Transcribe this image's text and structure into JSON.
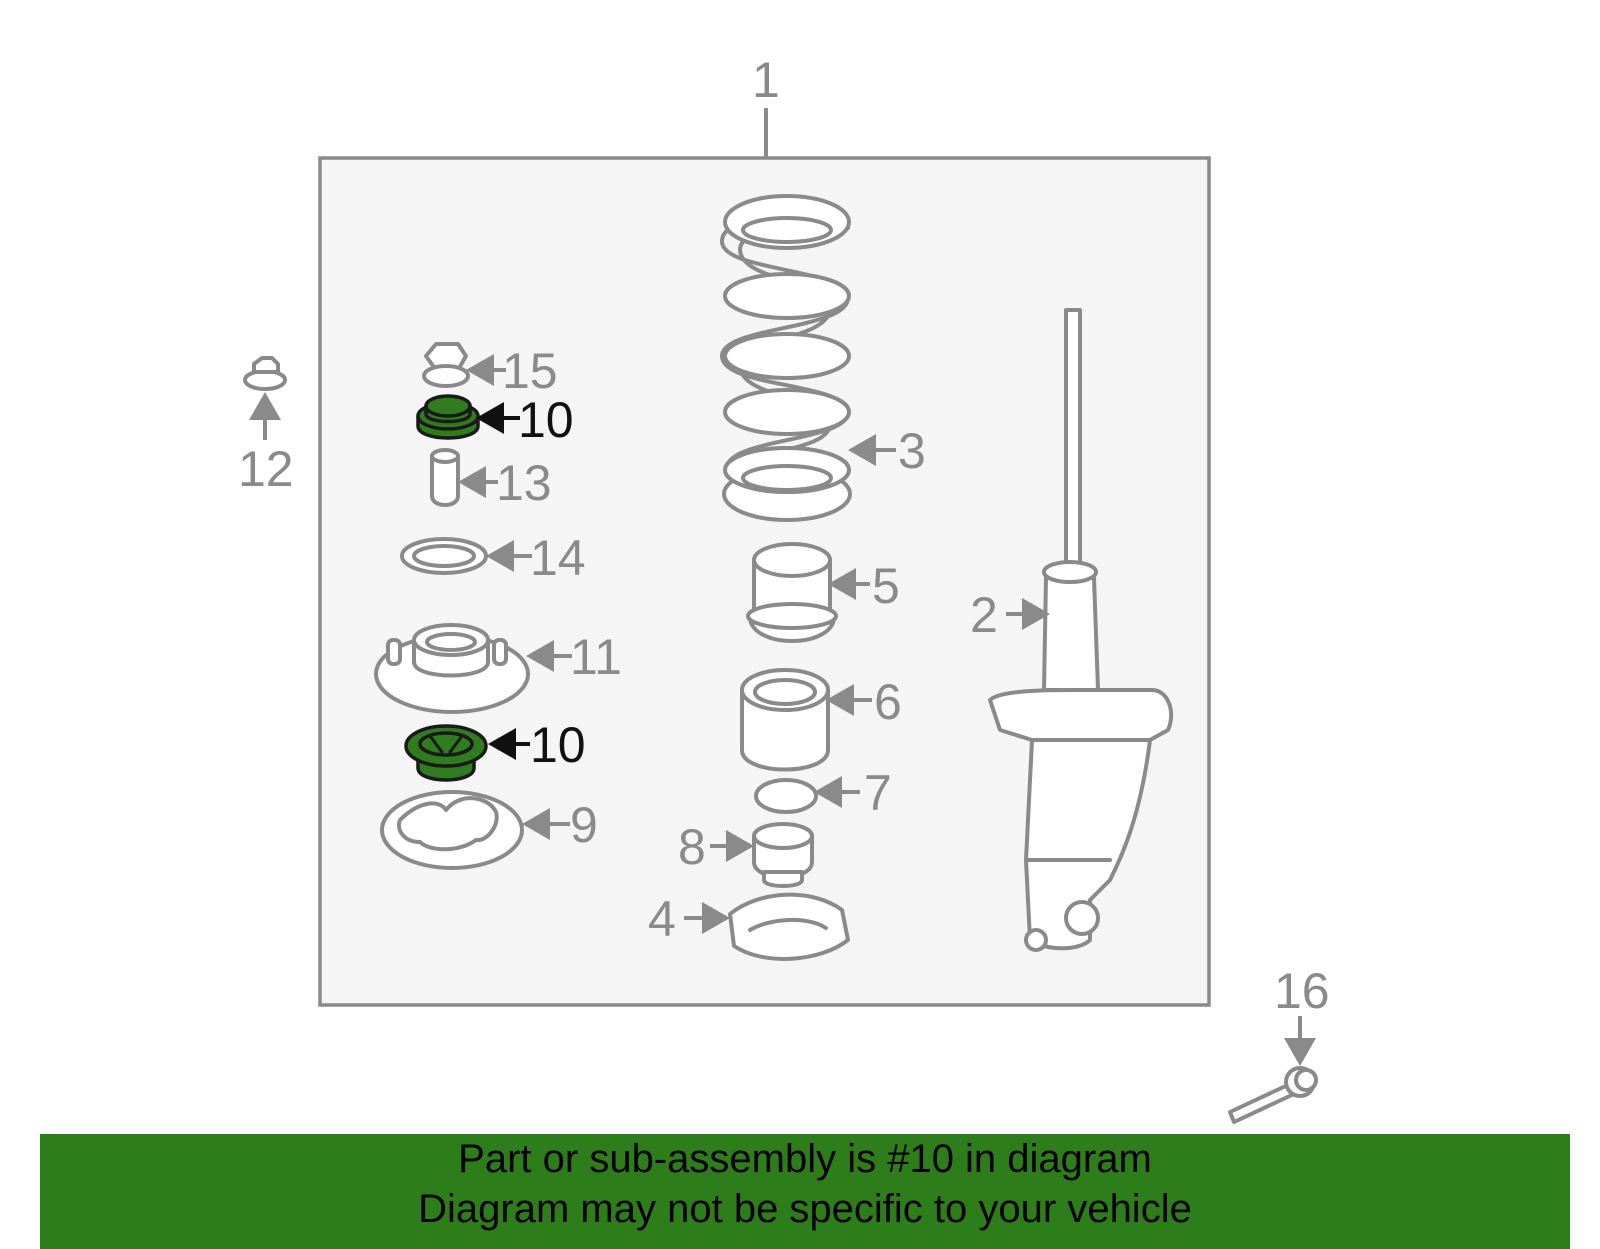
{
  "callouts": {
    "c1": "1",
    "c2": "2",
    "c3": "3",
    "c4": "4",
    "c5": "5",
    "c6": "6",
    "c7": "7",
    "c8": "8",
    "c9": "9",
    "c10a": "10",
    "c10b": "10",
    "c11": "11",
    "c12": "12",
    "c13": "13",
    "c14": "14",
    "c15": "15",
    "c16": "16"
  },
  "highlight_part": "10",
  "colors": {
    "banner": "#2e7d1b",
    "highlight": "#2f7d1e",
    "outline": "#8a8a8a",
    "panel": "#f5f5f5"
  },
  "banner": {
    "line1": "Part or sub-assembly is #10 in diagram",
    "line2": "Diagram may not be specific to your vehicle"
  }
}
